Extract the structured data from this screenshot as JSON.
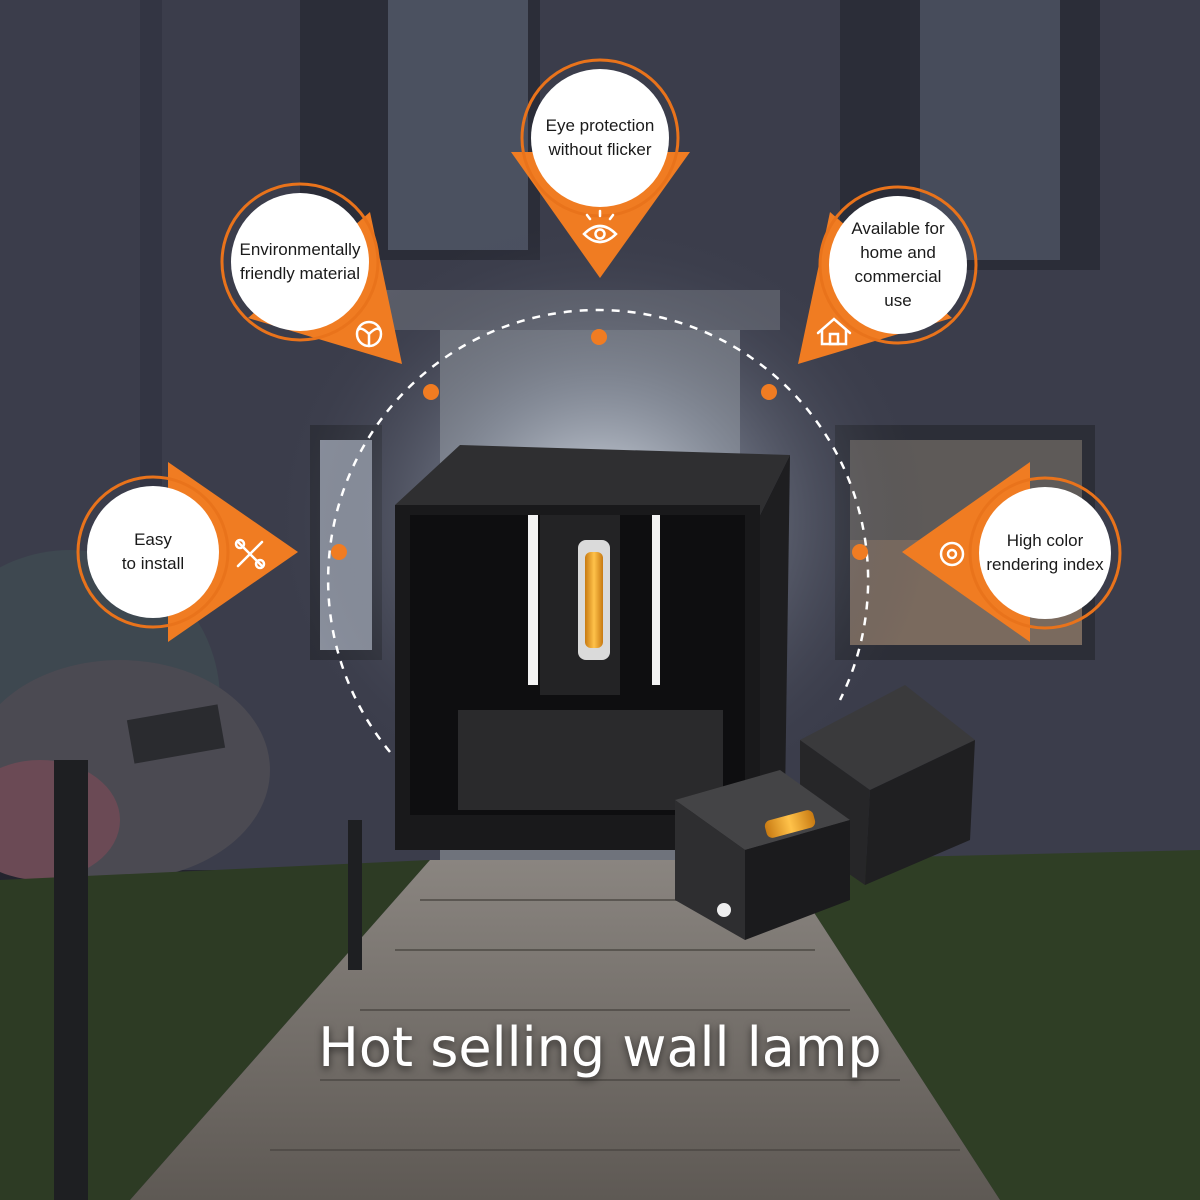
{
  "colors": {
    "accent": "#f07c22",
    "badge_ring": "#e9731b",
    "badge_fill": "#ffffff",
    "text_light": "#ffffff"
  },
  "features": {
    "eye": {
      "line1": "Eye protection",
      "line2": "without flicker",
      "icon": "eye-icon"
    },
    "eco": {
      "line1": "Environmentally",
      "line2": "friendly material",
      "icon": "leaf-icon"
    },
    "home": {
      "line1": "Available for",
      "line2": "home and",
      "line3": "commercial",
      "line4": "use",
      "icon": "house-icon"
    },
    "install": {
      "line1": "Easy",
      "line2": "to install",
      "icon": "tools-icon"
    },
    "color": {
      "line1": "High color",
      "line2": "rendering index",
      "icon": "ring-icon"
    }
  },
  "headline": "Hot selling wall lamp"
}
